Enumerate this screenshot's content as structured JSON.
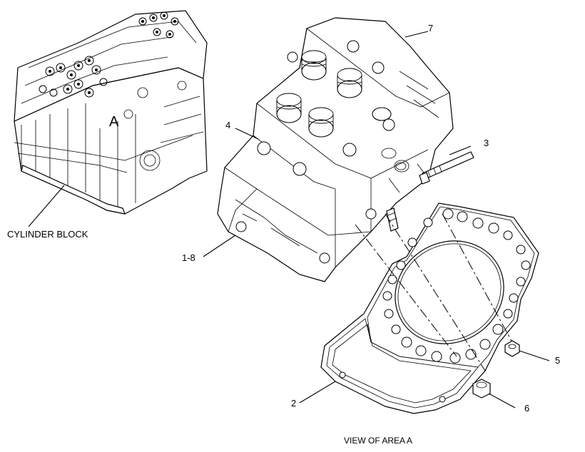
{
  "labels": {
    "cylinder_block": "CYLINDER BLOCK",
    "area_marker": "A",
    "view_caption": "VIEW OF AREA A",
    "callout_7": "7",
    "callout_4": "4",
    "callout_3": "3",
    "callout_1_8": "1-8",
    "callout_5": "5",
    "callout_2": "2",
    "callout_6": "6"
  }
}
